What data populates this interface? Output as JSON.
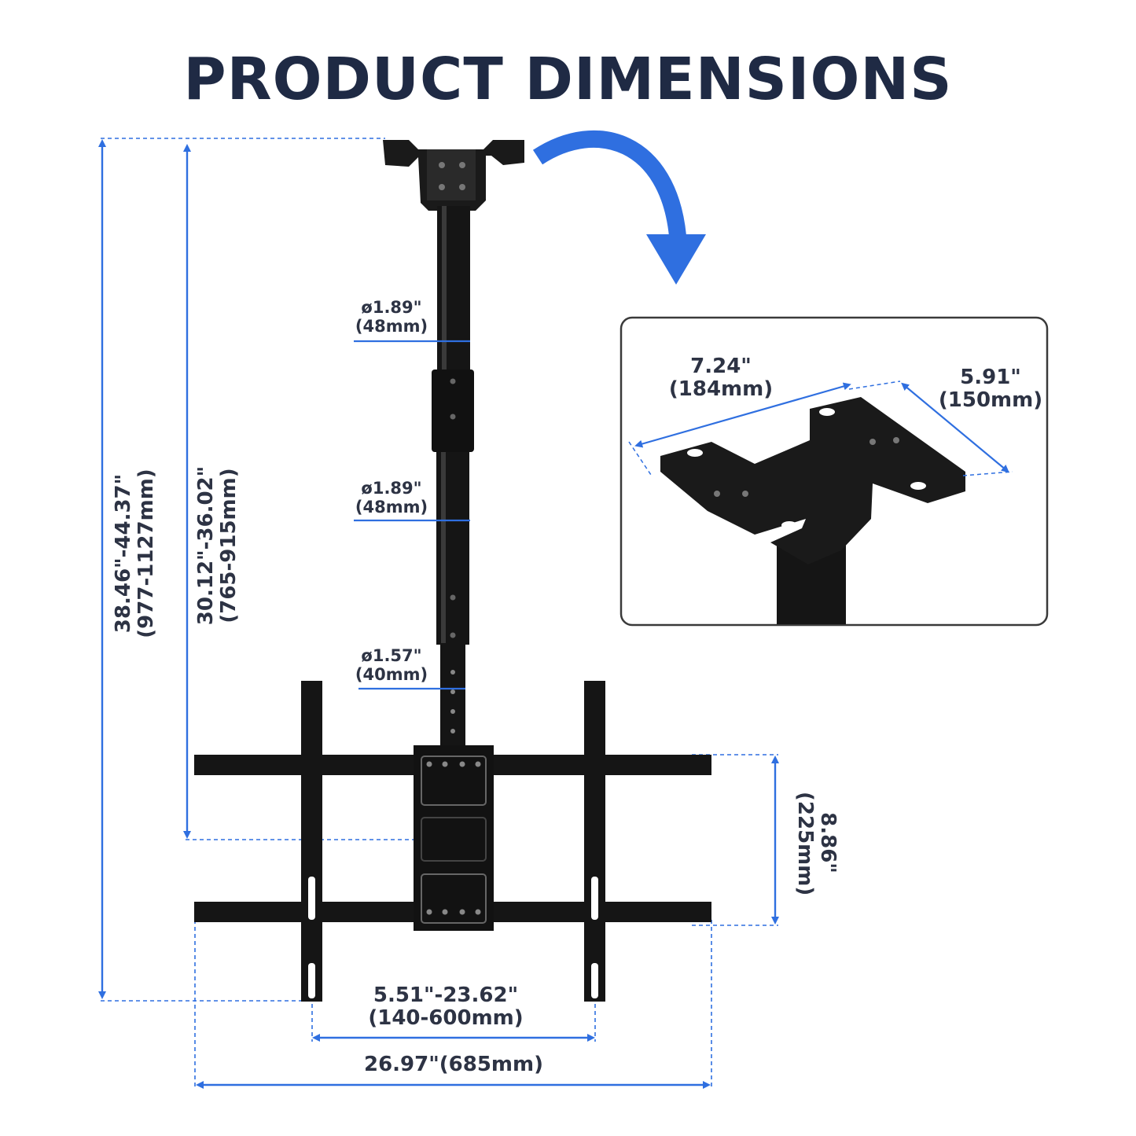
{
  "title": "PRODUCT DIMENSIONS",
  "colors": {
    "dimension_line": "#2f6fe0",
    "arrow": "#2f6fe0",
    "text": "#1f2a44",
    "mount": "#151515"
  },
  "dimensions": {
    "total_height": {
      "line1": "38.46\"-44.37\"",
      "line2": "(977-1127mm)"
    },
    "pole_height": {
      "line1": "30.12\"-36.02\"",
      "line2": "(765-915mm)"
    },
    "pole_upper_diameter": {
      "line1": "ø1.89\"",
      "line2": "(48mm)"
    },
    "pole_middle_diameter": {
      "line1": "ø1.89\"",
      "line2": "(48mm)"
    },
    "pole_lower_diameter": {
      "line1": "ø1.57\"",
      "line2": "(40mm)"
    },
    "bracket_height": {
      "line1": "8.86\"",
      "line2": "(225mm)"
    },
    "vesa_width": {
      "line1": "5.51\"-23.62\"",
      "line2": "(140-600mm)"
    },
    "total_width": {
      "line1": "26.97\"(685mm)"
    },
    "ceiling_plate_length": {
      "line1": "7.24\"",
      "line2": "(184mm)"
    },
    "ceiling_plate_width": {
      "line1": "5.91\"",
      "line2": "(150mm)"
    }
  }
}
